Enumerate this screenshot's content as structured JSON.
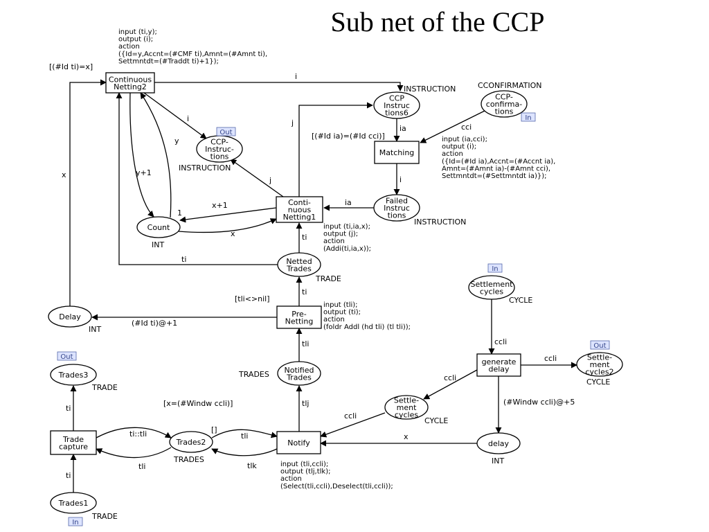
{
  "title": "Sub net of the CCP",
  "places": {
    "ccp_instructions6": {
      "lines": [
        "CCP",
        "Instruc",
        "tions6"
      ],
      "type": "INSTRUCTION"
    },
    "ccp_confirmations": {
      "lines": [
        "CCP-",
        "confirma-",
        "tions"
      ],
      "type": "CCONFIRMATION",
      "port": "In"
    },
    "ccp_instructions_out": {
      "lines": [
        "CCP-",
        "Instruc-",
        "tions"
      ],
      "type": "INSTRUCTION",
      "port": "Out"
    },
    "failed_instructions": {
      "lines": [
        "Failed",
        "Instruc",
        "tions"
      ],
      "type": "INSTRUCTION"
    },
    "count": {
      "lines": [
        "Count"
      ],
      "type": "INT"
    },
    "netted_trades": {
      "lines": [
        "Netted",
        "Trades"
      ],
      "type": "TRADE"
    },
    "delay_top": {
      "lines": [
        "Delay"
      ],
      "type": "INT"
    },
    "settlement_cycles": {
      "lines": [
        "Settlement",
        "cycles"
      ],
      "type": "CYCLE",
      "port": "In"
    },
    "settlement_cycles2": {
      "lines": [
        "Settle-",
        "ment",
        "cycles2"
      ],
      "type": "CYCLE",
      "port": "Out"
    },
    "notified_trades": {
      "lines": [
        "Notified",
        "Trades"
      ],
      "type": "TRADES"
    },
    "settlement_cycles_mid": {
      "lines": [
        "Settle-",
        "ment",
        "cycles"
      ],
      "type": "CYCLE"
    },
    "delay_bottom": {
      "lines": [
        "delay"
      ],
      "type": "INT"
    },
    "trades3": {
      "lines": [
        "Trades3"
      ],
      "type": "TRADE",
      "port": "Out"
    },
    "trades2": {
      "lines": [
        "Trades2"
      ],
      "type": "TRADES"
    },
    "trades1": {
      "lines": [
        "Trades1"
      ],
      "type": "TRADE",
      "port": "In"
    }
  },
  "transitions": {
    "continuous_netting2": {
      "lines": [
        "Continuous",
        "Netting2"
      ],
      "guard": "[(#Id ti)=x]",
      "code": [
        "input (ti,y);",
        "output (i);",
        "action",
        "({Id=y,Accnt=(#CMF ti),Amnt=(#Amnt ti),",
        "Settmntdt=(#Traddt ti)+1});"
      ]
    },
    "matching": {
      "lines": [
        "Matching"
      ],
      "guard": "[(#Id ia)=(#Id cci)]",
      "code": [
        "input (ia,cci);",
        "output (i);",
        "action",
        "({Id=(#Id ia),Accnt=(#Accnt ia),",
        "Amnt=(#Amnt ia)-(#Amnt cci),",
        "Settmntdt=(#Settmntdt ia)});"
      ]
    },
    "continuous_netting1": {
      "lines": [
        "Conti-",
        "nuous",
        "Netting1"
      ],
      "code": [
        "input (ti,ia,x);",
        "output (j);",
        "action",
        "(Addi(ti,ia,x));"
      ]
    },
    "pre_netting": {
      "lines": [
        "Pre-",
        "Netting"
      ],
      "guard": "[tli<>nil]",
      "code": [
        "input (tli);",
        "output (ti);",
        "action",
        "(foldr Addl (hd tli) (tl tli));"
      ]
    },
    "generate_delay": {
      "lines": [
        "generate",
        "delay"
      ]
    },
    "notify": {
      "lines": [
        "Notify"
      ],
      "guard": "[x=(#Windw ccli)]",
      "code": [
        "input (tli,ccli);",
        "output (tlj,tlk);",
        "action",
        "(Select(tli,ccli),Deselect(tli,ccli));"
      ]
    },
    "trade_capture": {
      "lines": [
        "Trade",
        "capture"
      ]
    }
  },
  "arc_labels": {
    "cn2_to_instr6": "i",
    "cn2_to_instr_out": "i",
    "cn2_to_count": "y+1",
    "count_to_cn2": "y",
    "cn1_to_count": "x+1",
    "count_initial": "1",
    "count_to_cn1": "x",
    "cn1_to_instr_out": "j",
    "cn1_to_instr6": "j",
    "instr6_to_matching": "ia",
    "confirm_to_matching": "cci",
    "matching_to_failed": "i",
    "failed_to_cn1": "ia",
    "netted_to_cn1": "ti",
    "netted_to_cn2": "ti",
    "delay_to_cn2": "x",
    "prenetting_to_netted": "ti",
    "prenetting_to_delay": "(#Id ti)@+1",
    "notified_to_prenetting": "tli",
    "notify_to_notified": "tlj",
    "settlement_to_generate": "ccli",
    "generate_to_cycles2": "ccli",
    "generate_to_cycles_mid": "ccli",
    "generate_to_delay": "(#Windw ccli)@+5",
    "cycles_mid_to_notify": "ccli",
    "delay_to_notify": "x",
    "trades2_initial": "[]",
    "trades2_to_notify": "tli",
    "notify_to_trades2": "tlk",
    "tc_to_trades2": "ti::tli",
    "trades2_to_tc": "tli",
    "tc_to_trades3": "ti",
    "trades1_to_tc": "ti"
  },
  "colors": {
    "stroke": "#000000",
    "port_fill": "#dde4ff",
    "port_stroke": "#5566aa"
  }
}
